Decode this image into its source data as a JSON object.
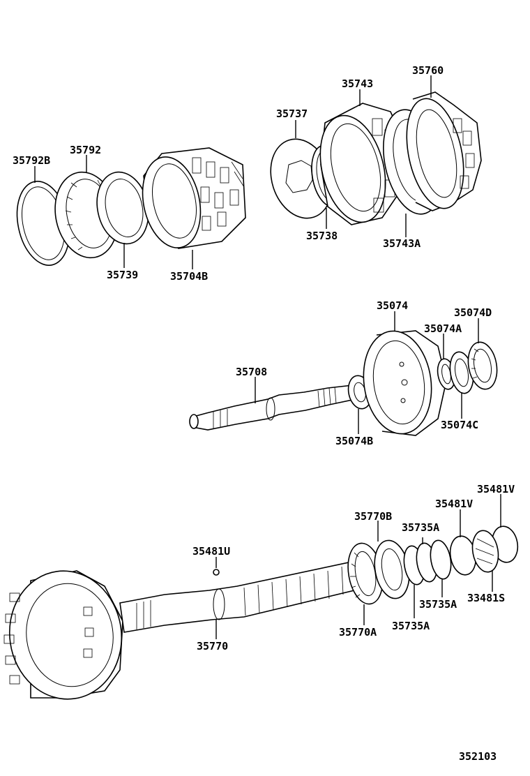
{
  "labels": {
    "l35792B": "35792B",
    "l35792": "35792",
    "l35739": "35739",
    "l35704B": "35704B",
    "l35737": "35737",
    "l35743": "35743",
    "l35760": "35760",
    "l35738": "35738",
    "l35743A": "35743A",
    "l35074": "35074",
    "l35074D": "35074D",
    "l35074A": "35074A",
    "l35708": "35708",
    "l35074B": "35074B",
    "l35074C": "35074C",
    "l35481V_top": "35481V",
    "l35481V_mid": "35481V",
    "l35770B": "35770B",
    "l35735A_1": "35735A",
    "l35481U": "35481U",
    "l35735A_2": "35735A",
    "l33481S": "33481S",
    "l35770A": "35770A",
    "l35735A_3": "35735A",
    "l35770": "35770",
    "diagram_number": "352103"
  }
}
